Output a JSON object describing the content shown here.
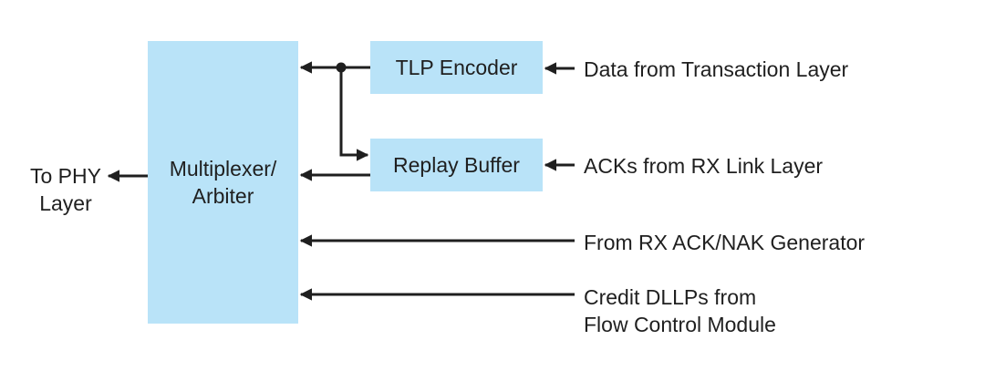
{
  "blocks": {
    "multiplexer": {
      "line1": "Multiplexer/",
      "line2": "Arbiter"
    },
    "tlp_encoder": {
      "label": "TLP Encoder"
    },
    "replay_buffer": {
      "label": "Replay Buffer"
    }
  },
  "inputs": {
    "data_from_transaction_layer": "Data from Transaction Layer",
    "acks_from_rx_link_layer": "ACKs from RX Link Layer",
    "from_rx_ack_nak_generator": "From RX ACK/NAK Generator",
    "credit_dllps_line1": "Credit DLLPs from",
    "credit_dllps_line2": "Flow Control Module"
  },
  "outputs": {
    "to_phy_line1": "To PHY",
    "to_phy_line2": "Layer"
  },
  "colors": {
    "block_fill": "#b9e3f8",
    "line": "#1f1f1f"
  }
}
